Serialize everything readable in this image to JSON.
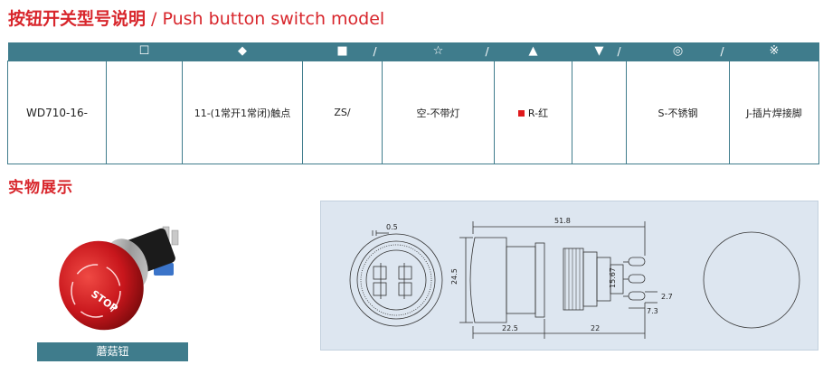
{
  "title": {
    "cn": "按钮开关型号说明",
    "en": " / Push button switch model"
  },
  "spec_table": {
    "headers": [
      {
        "symbol": "",
        "slash": ""
      },
      {
        "symbol": "☐",
        "slash": ""
      },
      {
        "symbol": "◆",
        "slash": ""
      },
      {
        "symbol": "■",
        "slash": "/"
      },
      {
        "symbol": "☆",
        "slash": "/"
      },
      {
        "symbol": "▲",
        "slash": ""
      },
      {
        "symbol": "▼",
        "slash": "/"
      },
      {
        "symbol": "◎",
        "slash": "/"
      },
      {
        "symbol": "※",
        "slash": ""
      }
    ],
    "cells": [
      "WD710-16-",
      "",
      "11-(1常开1常闭)触点",
      "ZS/",
      "空-不带灯",
      "R-红",
      "",
      "S-不锈钢",
      "J-插片焊接脚"
    ],
    "swatch_color": "#e0191c"
  },
  "section": {
    "title": "实物展示"
  },
  "product": {
    "stop_text": "STOP",
    "caption": "蘑菇钮"
  },
  "drawing": {
    "dims": {
      "d0_5": "0.5",
      "d51_8": "51.8",
      "d24_5": "24.5",
      "d15_67": "15.67",
      "d2_7": "2.7",
      "d7_3": "7.3",
      "d22_5": "22.5",
      "d22": "22"
    }
  },
  "colors": {
    "accent_red": "#d8262c",
    "header_teal": "#3f7c8c",
    "drawing_bg": "#dde6f0"
  }
}
